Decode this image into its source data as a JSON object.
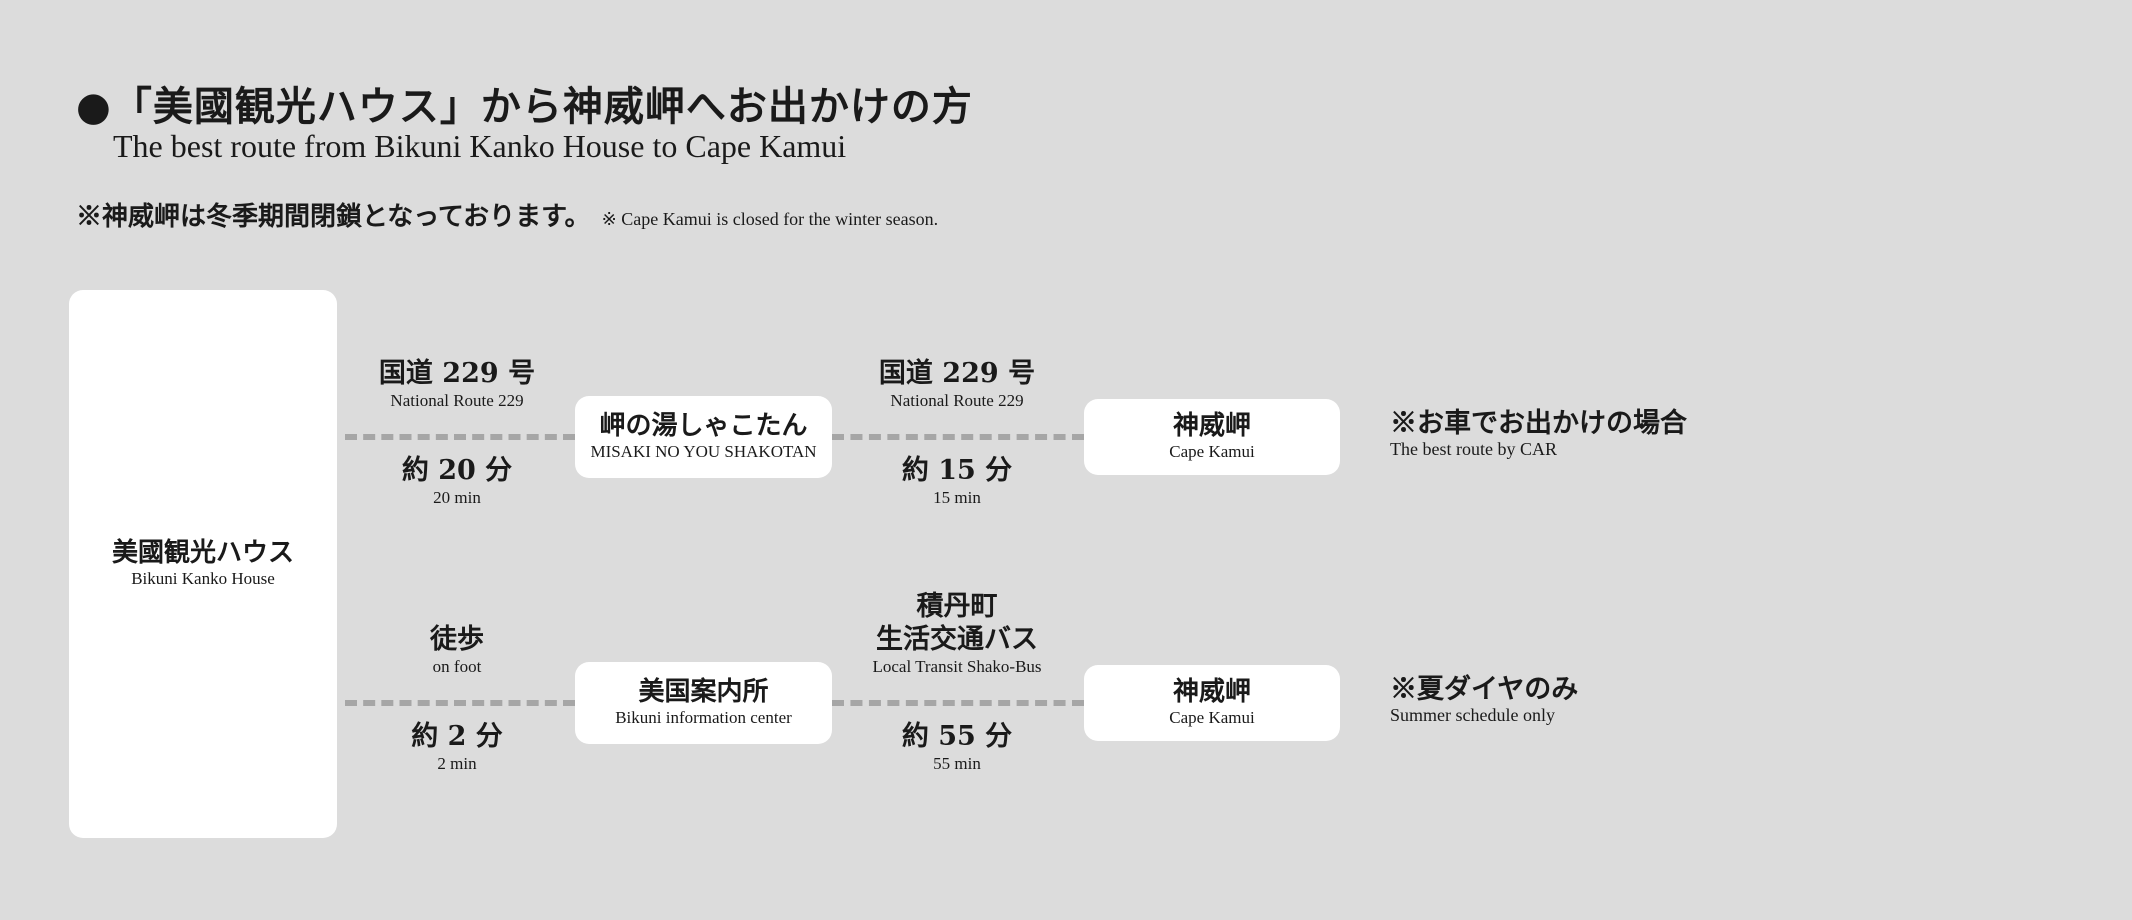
{
  "header": {
    "title_jp": "●「美國観光ハウス」から神威岬へお出かけの方",
    "title_en": "The best route from Bikuni Kanko House to Cape Kamui",
    "notice_jp": "※神威岬は冬季期間閉鎖となっております。",
    "notice_en": "※ Cape Kamui is closed for the winter season."
  },
  "origin": {
    "jp": "美國観光ハウス",
    "en": "Bikuni Kanko House"
  },
  "car_route": {
    "leg1": {
      "route_jp": "国道 229 号",
      "route_en": "National Route 229",
      "time_jp": "約 20 分",
      "time_en": "20 min"
    },
    "stop": {
      "jp": "岬の湯しゃこたん",
      "en": "MISAKI NO YOU SHAKOTAN"
    },
    "leg2": {
      "route_jp": "国道 229 号",
      "route_en": "National Route 229",
      "time_jp": "約 15 分",
      "time_en": "15 min"
    },
    "destination": {
      "jp": "神威岬",
      "en": "Cape Kamui"
    },
    "note_jp": "※お車でお出かけの場合",
    "note_en": "The best route by CAR"
  },
  "bus_route": {
    "leg1": {
      "route_jp": "徒歩",
      "route_en": "on foot",
      "time_jp": "約 2 分",
      "time_en": "2 min"
    },
    "stop": {
      "jp": "美国案内所",
      "en": "Bikuni information center"
    },
    "leg2": {
      "route_jp_line1": "積丹町",
      "route_jp_line2": "生活交通バス",
      "route_en": "Local Transit Shako-Bus",
      "time_jp": "約 55 分",
      "time_en": "55 min"
    },
    "destination": {
      "jp": "神威岬",
      "en": "Cape Kamui"
    },
    "note_jp": "※夏ダイヤのみ",
    "note_en": "Summer schedule only"
  }
}
